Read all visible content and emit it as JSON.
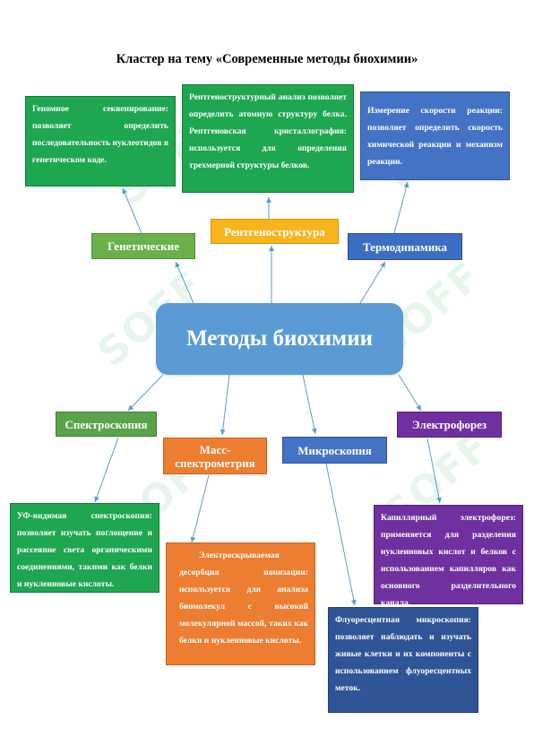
{
  "title": "Кластер на тему «Современные методы биохимии»",
  "center": "Методы биохимии",
  "watermark": "SOFF",
  "categories": {
    "genetic": "Генетические",
    "xray": "Рентгеноструктура",
    "thermo": "Термодинамика",
    "spectro": "Спектроскопия",
    "mass": "Масс-спектрометрия",
    "micro": "Микроскопия",
    "electro": "Электрофорез"
  },
  "details": {
    "genomic": "Геномное секвенирование: позволяет определить последовательность нуклеотидов в генетическом коде.",
    "xray": "Рентгеноструктурный анализ позволяет определить атомную структуру белка. Рентгеновская кристаллография: используется для определения трехмерной структуры белков.",
    "thermo": "Измерение скорости реакции: позволяет определить скорость химической реакции и механизм реакции.",
    "uv": "УФ-видимая спектроскопия: позволяет изучать поглощение и рассеяние света органическими соединениями, такими как белки и нуклеиновые кислоты.",
    "esi": "Электроскрываемая десорбция ионизации: используется для анализа биомолекул с высокой молекулярной массой, таких как белки и нуклеиновые кислоты.",
    "fluor": "Флуоресцентная микроскопия: позволяет наблюдать и изучать живые клетки и их компоненты с использованием флуоресцентных меток.",
    "capillary": "Капиллярный электрофорез: применяется для разделения нуклеиновых кислот и белков с использованием капилляров как основного разделительного канала."
  },
  "colors": {
    "center": "#5b9bd5",
    "green": "#1fa651",
    "yellow": "#f7b41d",
    "blue": "#4472c4",
    "navy": "#2f5597",
    "orange": "#ed7d31",
    "purple": "#7030a0",
    "arrow": "#5b9bd5"
  }
}
